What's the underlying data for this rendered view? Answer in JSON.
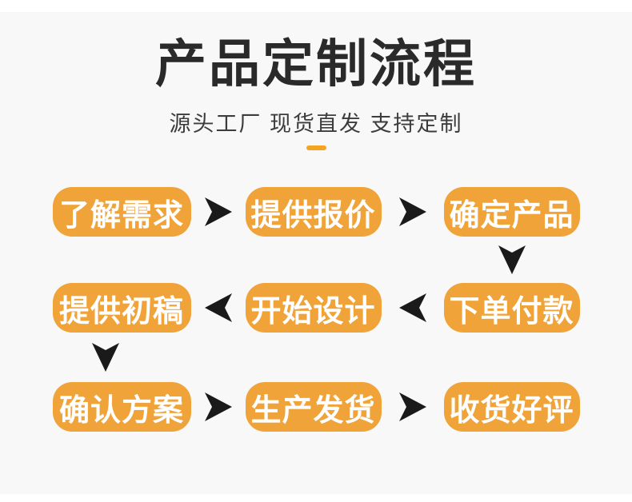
{
  "page": {
    "title": "产品定制流程",
    "subtitle": "源头工厂 现货直发 支持定制"
  },
  "colors": {
    "page_background": "#FFFFFF",
    "background_panel": "#F8F8F8",
    "box_orange": "#F0A338",
    "underline_orange": "#F4A41F",
    "title_text": "#2A2A2A",
    "subtitle_text": "#3C3C3C",
    "box_text": "#FFFFFF",
    "arrow_black": "#1A1A1A"
  },
  "flow": {
    "rows": [
      {
        "steps": [
          "了解需求",
          "提供报价",
          "确定产品"
        ],
        "direction": "right"
      },
      {
        "steps": [
          "提供初稿",
          "开始设计",
          "下单付款"
        ],
        "direction": "left"
      },
      {
        "steps": [
          "确认方案",
          "生产发货",
          "收货好评"
        ],
        "direction": "right"
      }
    ],
    "connectors": [
      {
        "from": "确定产品",
        "to": "下单付款",
        "direction": "down"
      },
      {
        "from": "提供初稿",
        "to": "确认方案",
        "direction": "down"
      }
    ],
    "sequence": [
      "了解需求",
      "提供报价",
      "确定产品",
      "下单付款",
      "开始设计",
      "提供初稿",
      "确认方案",
      "生产发货",
      "收货好评"
    ]
  }
}
